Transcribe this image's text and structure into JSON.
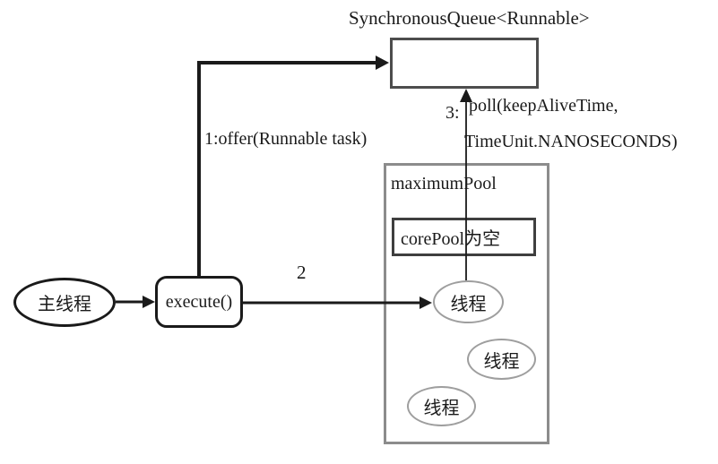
{
  "diagram": {
    "queue_title": "SynchronousQueue<Runnable>",
    "nodes": {
      "main_thread": "主线程",
      "execute": "execute()",
      "maximum_pool": "maximumPool",
      "core_pool": "corePool为空",
      "thread1": "线程",
      "thread2": "线程",
      "thread3": "线程"
    },
    "labels": {
      "offer": "1:offer(Runnable task)",
      "step2": "2",
      "step3": "3:",
      "poll_line1": "poll(keepAliveTime,",
      "poll_line2": "TimeUnit.NANOSECONDS)"
    },
    "colors": {
      "line": "#1a1a1a",
      "queue_border": "#4d4d4d",
      "pool_border": "#8c8c8c",
      "core_border": "#3f3f3f",
      "thread_ellipse_border": "#9e9e9e",
      "background": "#ffffff"
    }
  }
}
